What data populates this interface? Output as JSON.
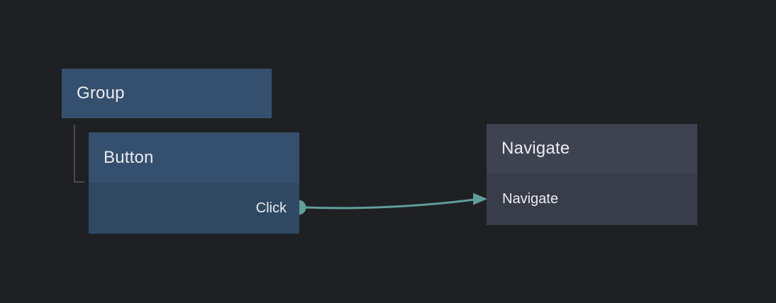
{
  "colors": {
    "canvas-bg": "#1f2023",
    "blue-node-header": "#35506e",
    "blue-node-body": "#2f4963",
    "gray-node-header": "#3f4350",
    "gray-node-body": "#393d49",
    "connection": "#5f9e9a",
    "tree-line": "#4c4c4c",
    "text": "#e9ecef"
  },
  "graph": {
    "group_node": {
      "title": "Group"
    },
    "button_node": {
      "title": "Button",
      "output_port": "Click"
    },
    "navigate_node": {
      "title": "Navigate",
      "input_port": "Navigate"
    }
  }
}
